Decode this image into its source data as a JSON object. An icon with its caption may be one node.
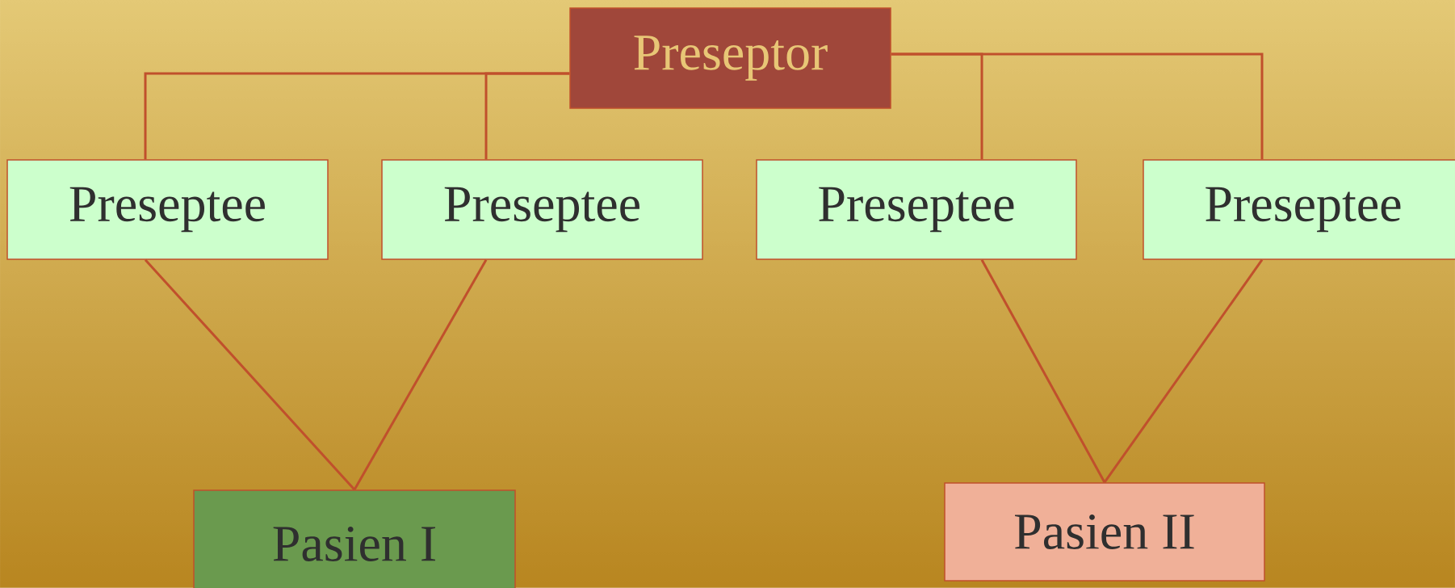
{
  "diagram": {
    "nodes": [
      {
        "text": [
          "Preseptor"
        ]
      },
      {
        "text": [
          "Preseptee"
        ]
      },
      {
        "text": [
          "Preseptee"
        ]
      },
      {
        "text": [
          "Preseptee"
        ]
      },
      {
        "text": [
          "Preseptee"
        ]
      },
      {
        "text": [
          "Pasien I"
        ]
      },
      {
        "text": [
          "Pasien II"
        ]
      }
    ],
    "edges": [
      {
        "from": 0,
        "to": 1,
        "arrow": "none"
      },
      {
        "from": 0,
        "to": 2,
        "arrow": "none"
      },
      {
        "from": 0,
        "to": 3,
        "arrow": "none"
      },
      {
        "from": 0,
        "to": 4,
        "arrow": "none"
      },
      {
        "from": 1,
        "to": 5,
        "arrow": "none"
      },
      {
        "from": 2,
        "to": 5,
        "arrow": "none"
      },
      {
        "from": 3,
        "to": 6,
        "arrow": "none"
      },
      {
        "from": 4,
        "to": 6,
        "arrow": "none"
      }
    ]
  }
}
